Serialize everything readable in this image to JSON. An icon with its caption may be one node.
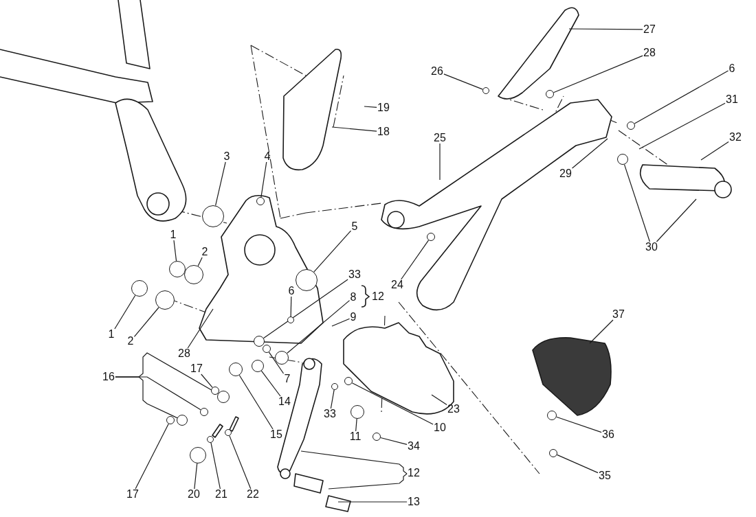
{
  "diagram": {
    "nodes": [
      {
        "text": [
          "27"
        ]
      },
      {
        "text": [
          "28"
        ]
      },
      {
        "text": [
          "26"
        ]
      },
      {
        "text": [
          "6"
        ]
      },
      {
        "text": [
          "31"
        ]
      },
      {
        "text": [
          "19"
        ]
      },
      {
        "text": [
          "18"
        ]
      },
      {
        "text": [
          "25"
        ]
      },
      {
        "text": [
          "32"
        ]
      },
      {
        "text": [
          "3"
        ]
      },
      {
        "text": [
          "4"
        ]
      },
      {
        "text": [
          "29"
        ]
      },
      {
        "text": [
          "30"
        ]
      },
      {
        "text": [
          "5"
        ]
      },
      {
        "text": [
          "1"
        ]
      },
      {
        "text": [
          "2"
        ]
      },
      {
        "text": [
          "33"
        ]
      },
      {
        "text": [
          "24"
        ]
      },
      {
        "text": [
          "8"
        ]
      },
      {
        "text": [
          "6"
        ]
      },
      {
        "text": [
          "9"
        ]
      },
      {
        "text": [
          "37"
        ]
      },
      {
        "text": [
          "1"
        ]
      },
      {
        "text": [
          "2"
        ]
      },
      {
        "text": [
          "28"
        ]
      },
      {
        "text": [
          "17"
        ]
      },
      {
        "text": [
          "7"
        ]
      },
      {
        "text": [
          "16"
        ]
      },
      {
        "text": [
          "14"
        ]
      },
      {
        "text": [
          "23"
        ]
      },
      {
        "text": [
          "33"
        ]
      },
      {
        "text": [
          "10"
        ]
      },
      {
        "text": [
          "15"
        ]
      },
      {
        "text": [
          "11"
        ]
      },
      {
        "text": [
          "36"
        ]
      },
      {
        "text": [
          "34"
        ]
      },
      {
        "text": [
          "12"
        ]
      },
      {
        "text": [
          "17"
        ]
      },
      {
        "text": [
          "20"
        ]
      },
      {
        "text": [
          "21"
        ]
      },
      {
        "text": [
          "22"
        ]
      },
      {
        "text": [
          "35"
        ]
      },
      {
        "text": [
          "13"
        ]
      },
      {
        "text": [],
        "shape": "circle"
      },
      {
        "text": [],
        "shape": "circle"
      },
      {
        "text": [],
        "shape": "circle"
      },
      {
        "text": [],
        "shape": "circle"
      },
      {
        "text": [],
        "shape": "circle"
      },
      {
        "text": [],
        "shape": "circle"
      },
      {
        "text": [],
        "shape": "circle"
      },
      {
        "text": [],
        "shape": "circle"
      },
      {
        "text": [],
        "shape": "circle"
      },
      {
        "text": [],
        "shape": "circle"
      },
      {
        "text": [],
        "shape": "circle"
      },
      {
        "text": [],
        "shape": "circle"
      },
      {
        "text": [],
        "shape": "circle"
      },
      {
        "text": [],
        "shape": "circle"
      },
      {
        "text": [],
        "shape": "circle"
      },
      {
        "text": [],
        "shape": "circle"
      },
      {
        "text": [],
        "shape": "circle"
      },
      {
        "text": [],
        "shape": "circle"
      },
      {
        "text": [],
        "shape": "circle"
      },
      {
        "text": [],
        "shape": "circle"
      },
      {
        "text": [],
        "shape": "circle"
      },
      {
        "text": [],
        "shape": "circle"
      },
      {
        "text": [],
        "shape": "circle"
      },
      {
        "text": [],
        "shape": "circle"
      },
      {
        "text": [],
        "shape": "circle"
      },
      {
        "text": [],
        "shape": "circle"
      },
      {
        "text": [],
        "shape": "circle"
      },
      {
        "text": [],
        "shape": "circle"
      },
      {
        "text": [],
        "shape": "circle"
      },
      {
        "text": [],
        "shape": "circle"
      },
      {
        "text": [],
        "shape": "circle"
      },
      {
        "text": [],
        "shape": "circle"
      }
    ],
    "edges": [
      {
        "from": 0,
        "to": null,
        "arrow": "none"
      },
      {
        "from": 1,
        "to": 68,
        "arrow": "none"
      },
      {
        "from": 2,
        "to": 67,
        "arrow": "none"
      },
      {
        "from": 3,
        "to": 72,
        "arrow": "none"
      },
      {
        "from": 4,
        "to": null,
        "arrow": "none"
      },
      {
        "from": 5,
        "to": null,
        "arrow": "none"
      },
      {
        "from": 6,
        "to": null,
        "arrow": "none"
      },
      {
        "from": 7,
        "to": null,
        "arrow": "none"
      },
      {
        "from": 8,
        "to": null,
        "arrow": "none"
      },
      {
        "from": 9,
        "to": 51,
        "arrow": "none"
      },
      {
        "from": 10,
        "to": 57,
        "arrow": "none"
      },
      {
        "from": 11,
        "to": null,
        "arrow": "none"
      },
      {
        "from": 12,
        "to": 71,
        "arrow": "none"
      },
      {
        "from": 12,
        "to": null,
        "arrow": "none"
      },
      {
        "from": 13,
        "to": 61,
        "arrow": "none"
      },
      {
        "from": 14,
        "to": 46,
        "arrow": "none"
      },
      {
        "from": 15,
        "to": 48,
        "arrow": "none"
      },
      {
        "from": 16,
        "to": 56,
        "arrow": "none"
      },
      {
        "from": 17,
        "to": 66,
        "arrow": "none"
      },
      {
        "from": 18,
        "to": 59,
        "arrow": "none"
      },
      {
        "from": 19,
        "to": 60,
        "arrow": "none"
      },
      {
        "from": 20,
        "to": null,
        "arrow": "none"
      },
      {
        "from": 21,
        "to": null,
        "arrow": "none"
      },
      {
        "from": 22,
        "to": 43,
        "arrow": "none"
      },
      {
        "from": 23,
        "to": 44,
        "arrow": "none"
      },
      {
        "from": 24,
        "to": null,
        "arrow": "none"
      },
      {
        "from": 25,
        "to": 52,
        "arrow": "none"
      },
      {
        "from": 26,
        "to": 58,
        "arrow": "none"
      },
      {
        "from": 27,
        "to": 53,
        "arrow": "none"
      },
      {
        "from": 27,
        "to": 50,
        "arrow": "none"
      },
      {
        "from": 27,
        "to": 47,
        "arrow": "none"
      },
      {
        "from": 28,
        "to": 55,
        "arrow": "none"
      },
      {
        "from": 29,
        "to": null,
        "arrow": "none"
      },
      {
        "from": 30,
        "to": 62,
        "arrow": "none"
      },
      {
        "from": 31,
        "to": 63,
        "arrow": "none"
      },
      {
        "from": 32,
        "to": 54,
        "arrow": "none"
      },
      {
        "from": 33,
        "to": 64,
        "arrow": "none"
      },
      {
        "from": 34,
        "to": 69,
        "arrow": "none"
      },
      {
        "from": 35,
        "to": 65,
        "arrow": "none"
      },
      {
        "from": 36,
        "to": null,
        "arrow": "none"
      },
      {
        "from": 36,
        "to": null,
        "arrow": "none"
      },
      {
        "from": 37,
        "to": 45,
        "arrow": "none"
      },
      {
        "from": 38,
        "to": 49,
        "arrow": "none"
      },
      {
        "from": 39,
        "to": 73,
        "arrow": "none"
      },
      {
        "from": 40,
        "to": 74,
        "arrow": "none"
      },
      {
        "from": 41,
        "to": 70,
        "arrow": "none"
      },
      {
        "from": 42,
        "to": null,
        "arrow": "none"
      }
    ],
    "labels": [
      "12"
    ]
  }
}
